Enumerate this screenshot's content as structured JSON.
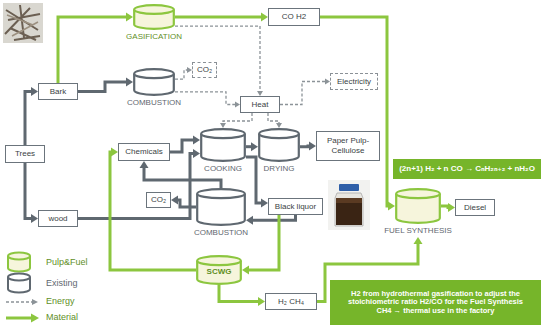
{
  "diagram": {
    "nodes": [
      {
        "text": [
          "GASIFICATION"
        ]
      },
      {
        "text": [
          "CO H2"
        ]
      },
      {
        "text": [
          "CO₂"
        ]
      },
      {
        "text": [
          "Bark"
        ]
      },
      {
        "text": [
          "COMBUSTION"
        ]
      },
      {
        "text": [
          "Heat"
        ]
      },
      {
        "text": [
          "Electricity"
        ]
      },
      {
        "text": [
          "Trees"
        ]
      },
      {
        "text": [
          "Chemicals"
        ]
      },
      {
        "text": [
          "COOKING"
        ]
      },
      {
        "text": [
          "DRYING"
        ]
      },
      {
        "text": [
          "Paper Pulp-Cellulose"
        ]
      },
      {
        "text": [
          "(2n+1) H₂ + n CO → CₙH₂ₙ₊₂ + nH₂O"
        ]
      },
      {
        "text": [
          "wood"
        ]
      },
      {
        "text": [
          "CO₂"
        ]
      },
      {
        "text": [
          "COMBUSTION"
        ]
      },
      {
        "text": [
          "Black liquor"
        ]
      },
      {
        "text": [
          "FUEL SYNTHESIS"
        ]
      },
      {
        "text": [
          "Diesel"
        ]
      },
      {
        "text": [
          "SCWG"
        ]
      },
      {
        "text": [
          "H₂ CH₄"
        ]
      },
      {
        "text": [
          "H2 from hydrothermal gasification to adjust the stoichiometric ratio H2/CO for the Fuel Synthesis",
          "CH4 → thermal use in the factory"
        ]
      }
    ],
    "edges": [
      {
        "from": 7,
        "to": 3,
        "arrow": "to"
      },
      {
        "from": 7,
        "to": 13,
        "arrow": "to"
      },
      {
        "from": 3,
        "to": 0,
        "arrow": "to"
      },
      {
        "from": 3,
        "to": 4,
        "arrow": "to"
      },
      {
        "from": 0,
        "to": 1,
        "arrow": "to"
      },
      {
        "from": 1,
        "to": 17,
        "arrow": "to"
      },
      {
        "from": 4,
        "to": 2,
        "arrow": "to"
      },
      {
        "from": 4,
        "to": 5,
        "arrow": "to"
      },
      {
        "from": 0,
        "to": 5,
        "arrow": "to"
      },
      {
        "from": 5,
        "to": 6,
        "arrow": "to"
      },
      {
        "from": 5,
        "to": 9,
        "arrow": "to"
      },
      {
        "from": 5,
        "to": 10,
        "arrow": "to"
      },
      {
        "from": 13,
        "to": 9,
        "arrow": "to"
      },
      {
        "from": 8,
        "to": 9,
        "arrow": "to"
      },
      {
        "from": 9,
        "to": 10,
        "arrow": "to"
      },
      {
        "from": 10,
        "to": 11,
        "arrow": "to"
      },
      {
        "from": 9,
        "to": 16,
        "arrow": "to"
      },
      {
        "from": 16,
        "to": 15,
        "arrow": "to"
      },
      {
        "from": 15,
        "to": 8,
        "arrow": "to"
      },
      {
        "from": 15,
        "to": 14,
        "arrow": "to"
      },
      {
        "from": 16,
        "to": 19,
        "arrow": "to"
      },
      {
        "from": 19,
        "to": 8,
        "arrow": "to"
      },
      {
        "from": 19,
        "to": 20,
        "arrow": "to"
      },
      {
        "from": 20,
        "to": 17,
        "arrow": "to"
      },
      {
        "from": 17,
        "to": 18,
        "arrow": "to"
      }
    ],
    "legend": [
      {
        "text": "Pulp&Fuel"
      },
      {
        "text": "Existing"
      },
      {
        "text": "Energy"
      },
      {
        "text": "Material"
      }
    ]
  }
}
